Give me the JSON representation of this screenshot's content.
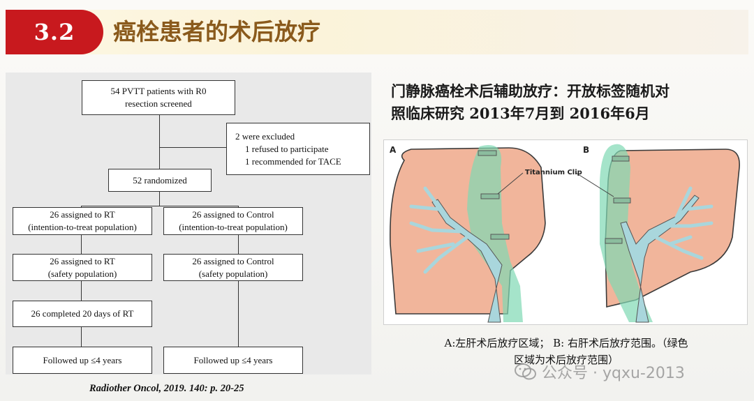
{
  "header": {
    "section_number": "3.2",
    "title": "癌栓患者的术后放疗"
  },
  "flowchart": {
    "screened": [
      "54 PVTT patients with R0",
      "resection screened"
    ],
    "excluded": [
      "2 were excluded",
      "1 refused to participate",
      "1 recommended for TACE"
    ],
    "randomized": "52 randomized",
    "rt_assigned": [
      "26 assigned to RT",
      "(intention-to-treat population)"
    ],
    "control_assigned": [
      "26 assigned to Control",
      "(intention-to-treat population)"
    ],
    "rt_safety": [
      "26 assigned to RT",
      "(safety population)"
    ],
    "control_safety": [
      "26 assigned to Control",
      "(safety population)"
    ],
    "rt_completed": "26 completed 20 days of RT",
    "rt_followup": "Followed up  ≤4 years",
    "control_followup": "Followed up  ≤4 years"
  },
  "citation": "Radiother Oncol, 2019. 140: p. 20-25",
  "study": {
    "title_line1": "门静脉癌栓术后辅助放疗：开放标签随机对",
    "title_line2": "照临床研究 2013年7月到 2016年6月"
  },
  "figure": {
    "panel_a_label": "A",
    "panel_b_label": "B",
    "clip_label": "Titannium Clip",
    "colors": {
      "liver_fill": "#f1b59b",
      "liver_stroke": "#3a3a3a",
      "rt_zone": "#7fd8b4",
      "vessel": "#a9d6dc"
    }
  },
  "caption": {
    "line1": "A:左肝术后放疗区域； B: 右肝术后放疗范围。（绿色",
    "line2": "区域为术后放疗范围）"
  },
  "watermark": {
    "icon": "wechat-icon",
    "text": "公众号 · yqxu-2013"
  },
  "colors": {
    "badge": "#c8191e",
    "title_text": "#8a5a1c"
  }
}
